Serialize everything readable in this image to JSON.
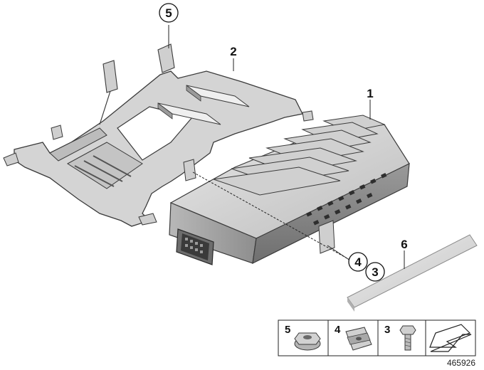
{
  "callouts": {
    "c5_top": "5",
    "c2": "2",
    "c1": "1",
    "c4": "4",
    "c3": "3",
    "c6": "6"
  },
  "legend": {
    "item5": "5",
    "item4": "4",
    "item3": "3"
  },
  "document_number": "465926",
  "colors": {
    "part_light": "#d7d7d7",
    "part_mid": "#b4b4b4",
    "part_dark": "#7a7a7a",
    "outline": "#3a3a3a",
    "strip": "#dcdcdc"
  }
}
